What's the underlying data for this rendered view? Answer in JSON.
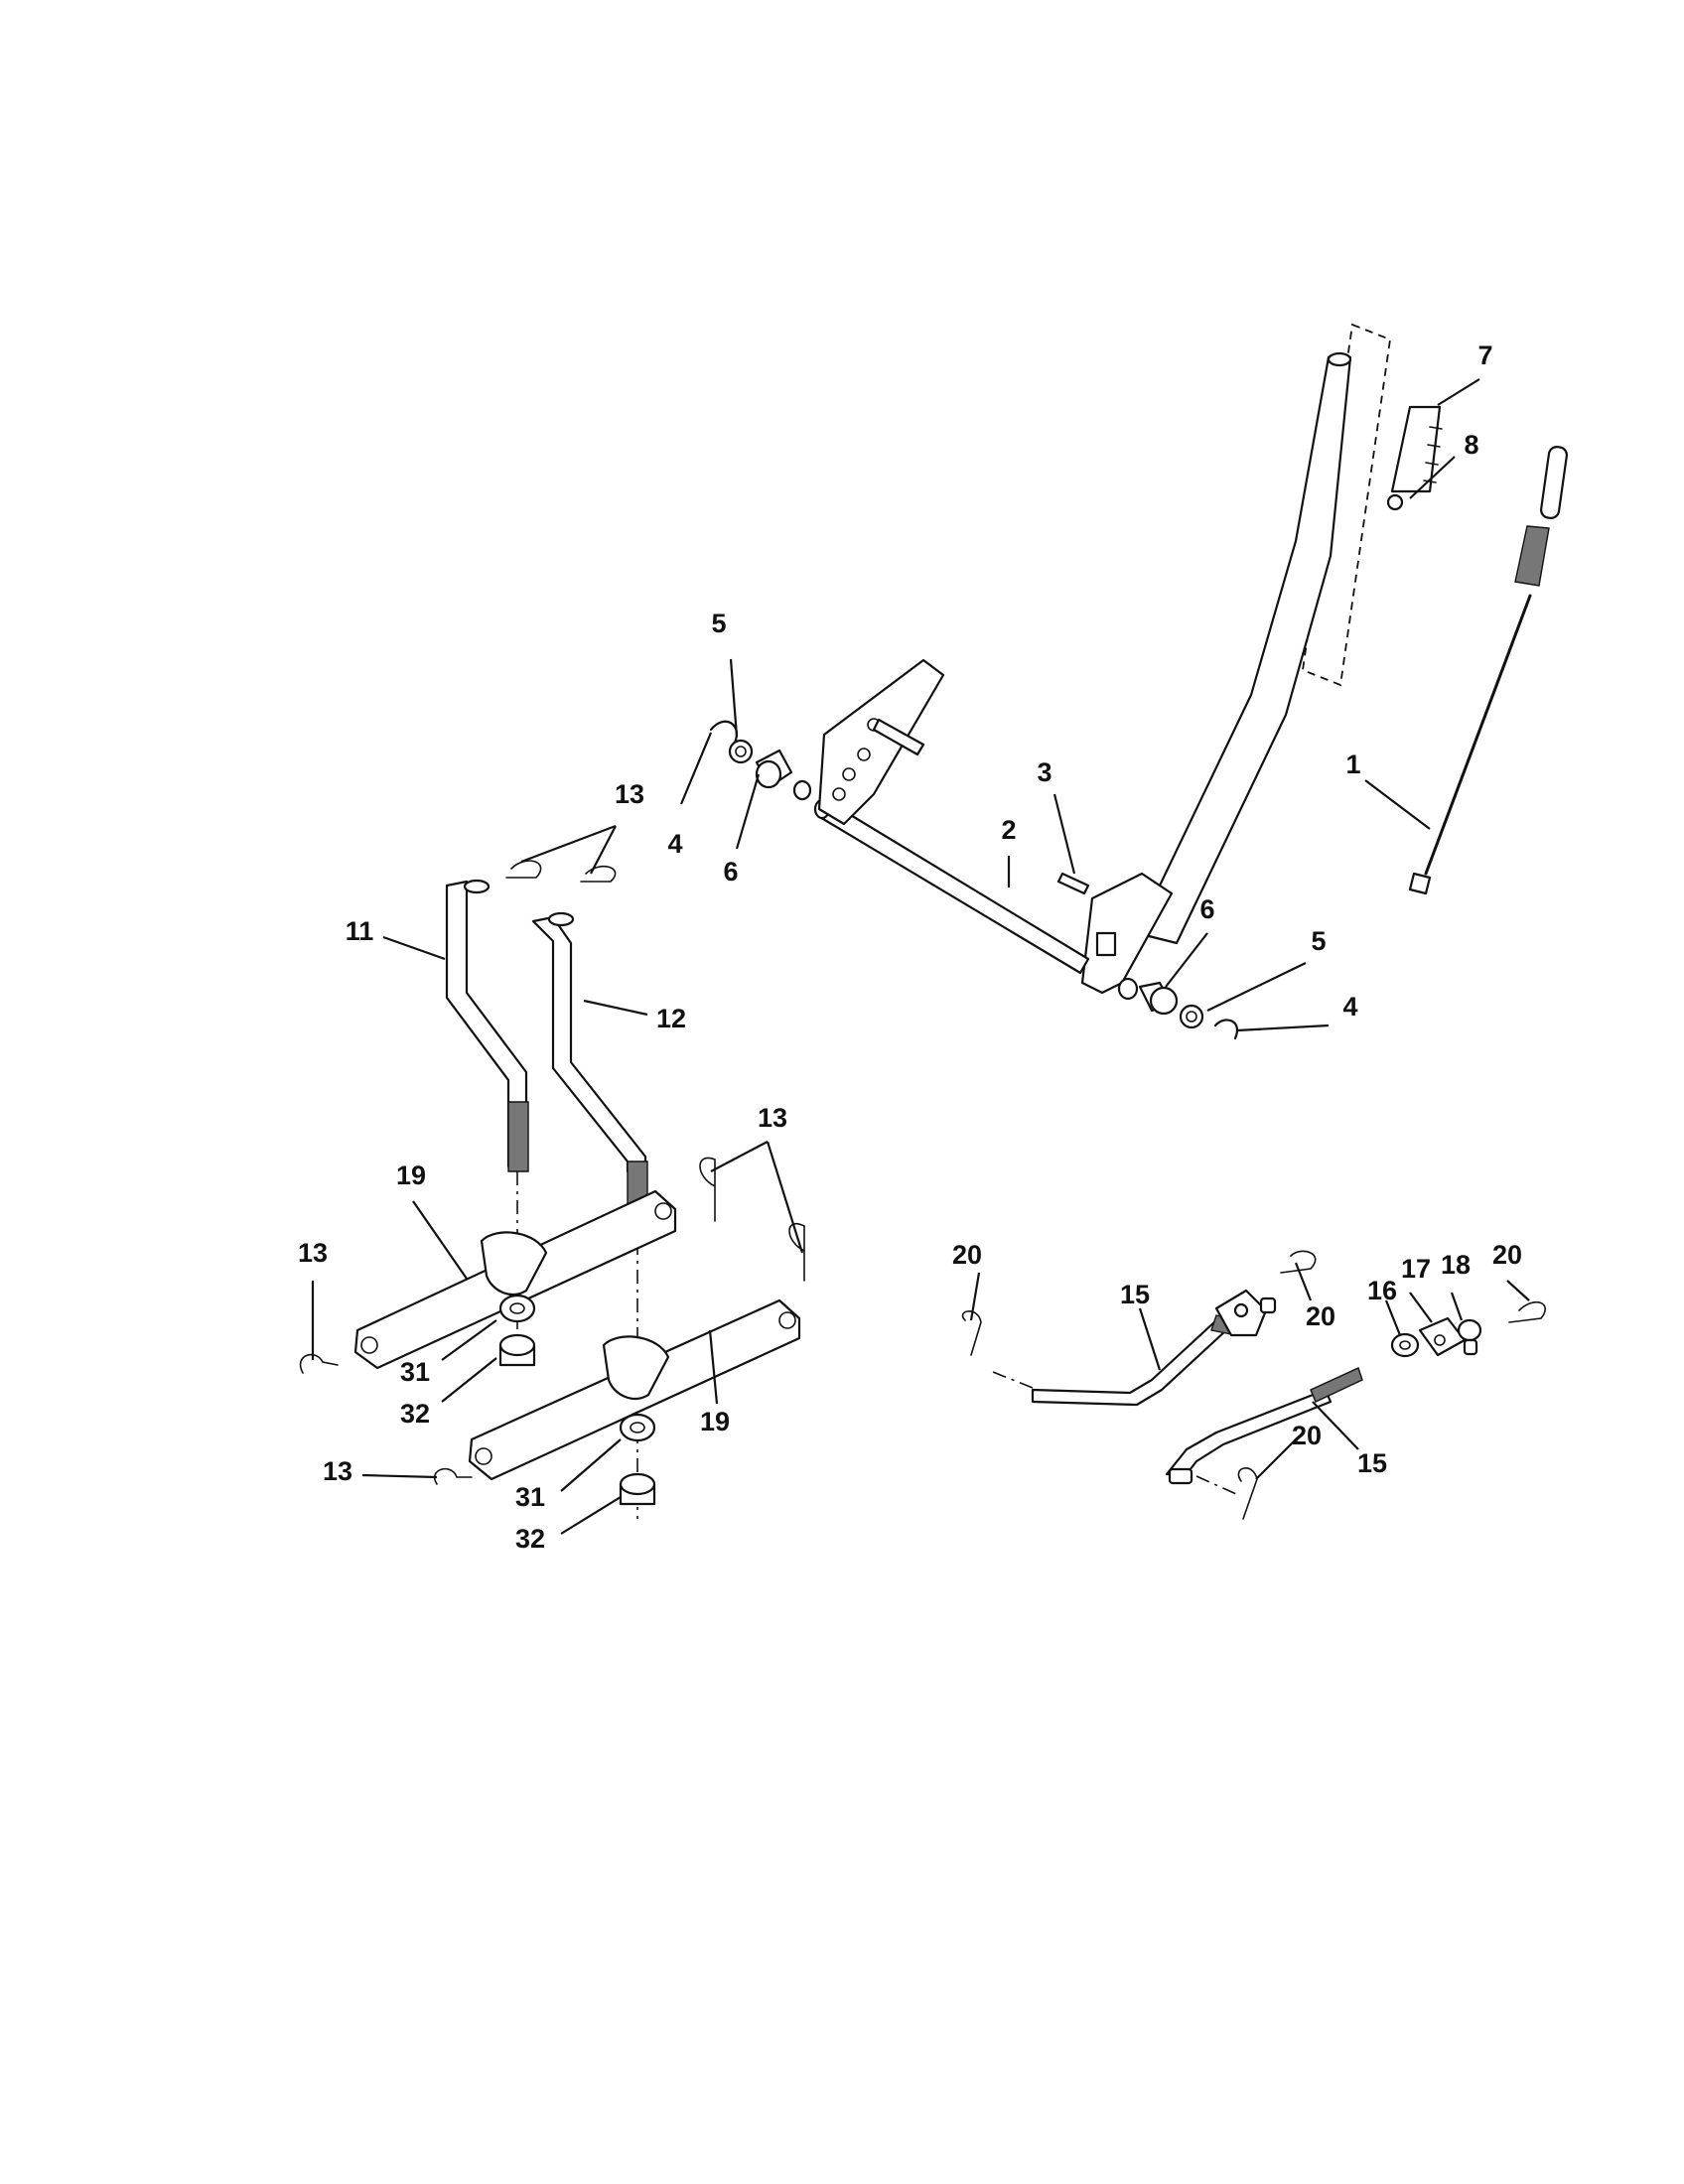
{
  "diagram": {
    "labels": {
      "n1": "1",
      "n2": "2",
      "n3": "3",
      "n4a": "4",
      "n4b": "4",
      "n5a": "5",
      "n5b": "5",
      "n6a": "6",
      "n6b": "6",
      "n7": "7",
      "n8": "8",
      "n11": "11",
      "n12": "12",
      "n13a": "13",
      "n13b": "13",
      "n13c": "13",
      "n13d": "13",
      "n15a": "15",
      "n15b": "15",
      "n16": "16",
      "n17": "17",
      "n18": "18",
      "n19a": "19",
      "n19b": "19",
      "n20a": "20",
      "n20b": "20",
      "n20c": "20",
      "n20d": "20",
      "n31a": "31",
      "n31b": "31",
      "n32a": "32",
      "n32b": "32"
    }
  }
}
